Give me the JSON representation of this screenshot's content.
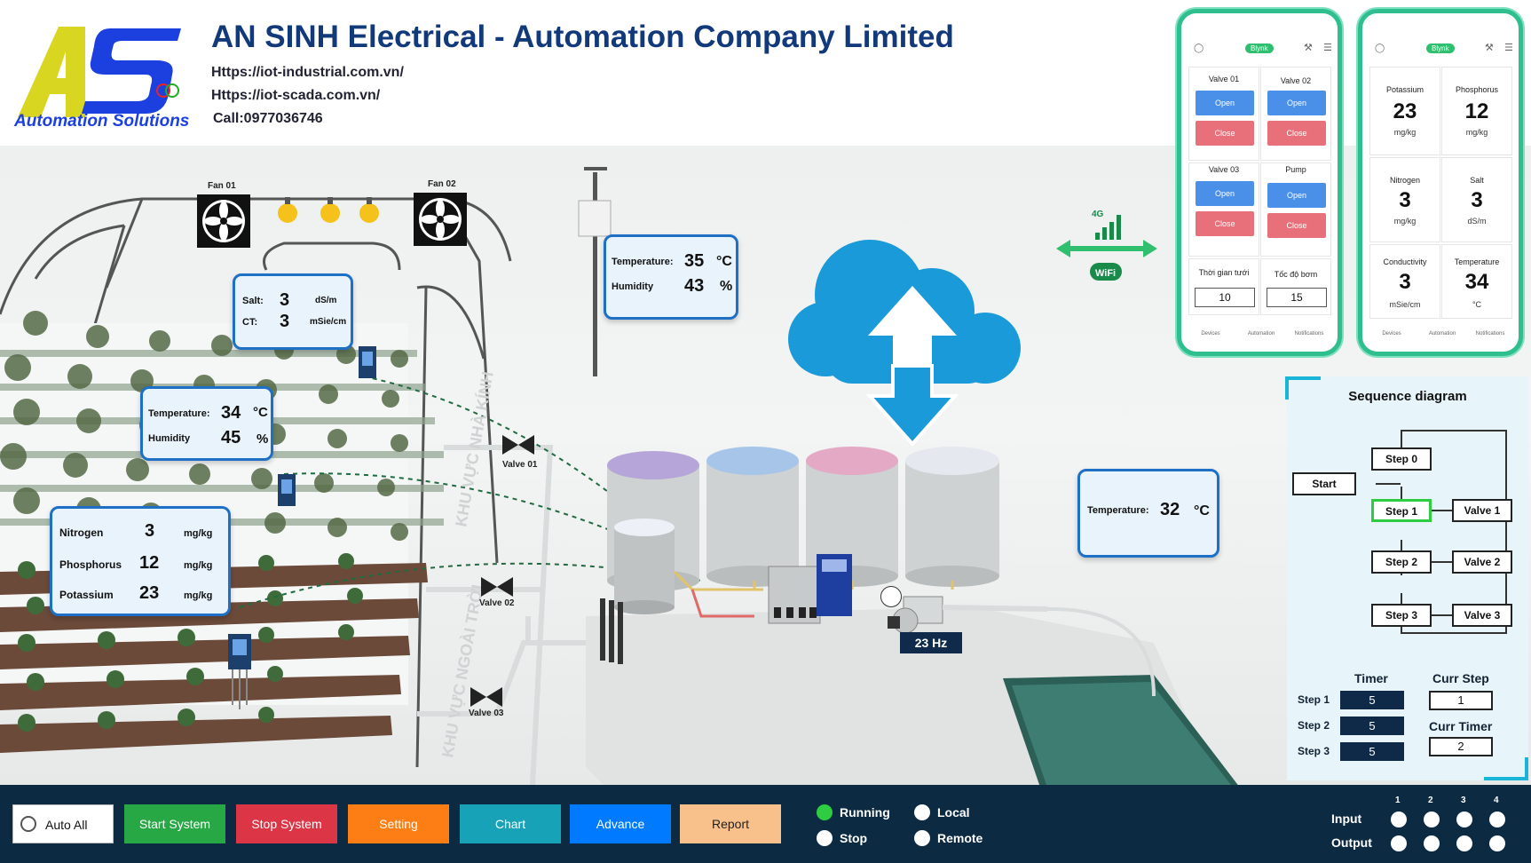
{
  "header": {
    "company": "AN SINH Electrical - Automation Company Limited",
    "url1": "Https://iot-industrial.com.vn/",
    "url2": "Https://iot-scada.com.vn/",
    "phone": "Call:0977036746",
    "logo_letters": "AS",
    "logo_subtitle": "Automation Solutions"
  },
  "greenhouse": {
    "fan1": "Fan 01",
    "fan2": "Fan 02",
    "salt_bubble": {
      "salt_label": "Salt:",
      "salt_value": "3",
      "salt_unit": "dS/m",
      "ct_label": "CT:",
      "ct_value": "3",
      "ct_unit": "mSie/cm"
    },
    "air_bubble": {
      "temp_label": "Temperature:",
      "temp_value": "34",
      "temp_unit": "°C",
      "hum_label": "Humidity",
      "hum_value": "45",
      "hum_unit": "%"
    },
    "npk_bubble": {
      "n_label": "Nitrogen",
      "n_value": "3",
      "n_unit": "mg/kg",
      "p_label": "Phosphorus",
      "p_value": "12",
      "p_unit": "mg/kg",
      "k_label": "Potassium",
      "k_value": "23",
      "k_unit": "mg/kg"
    },
    "valve1": "Valve 01",
    "valve2": "Valve 02",
    "valve3": "Valve 03"
  },
  "outdoor_bubble": {
    "temp_label": "Temperature:",
    "temp_value": "35",
    "temp_unit": "°C",
    "hum_label": "Humidity",
    "hum_value": "43",
    "hum_unit": "%"
  },
  "pool_bubble": {
    "temp_label": "Temperature:",
    "temp_value": "32",
    "temp_unit": "°C"
  },
  "pump_freq": "23 Hz",
  "signal": {
    "net": "4G",
    "wifi": "WiFi"
  },
  "phone1": {
    "brand": "Blynk",
    "valve1": {
      "title": "Valve 01",
      "open": "Open",
      "close": "Close"
    },
    "valve2": {
      "title": "Valve 02",
      "open": "Open",
      "close": "Close"
    },
    "valve3": {
      "title": "Valve 03",
      "open": "Open",
      "close": "Close"
    },
    "pump": {
      "title": "Pump",
      "open": "Open",
      "close": "Close"
    },
    "water_time_label": "Thời gian tưới",
    "water_time_value": "10",
    "pump_speed_label": "Tốc độ bơm",
    "pump_speed_value": "15",
    "nav": [
      "Devices",
      "Automation",
      "Notifications"
    ]
  },
  "phone2": {
    "brand": "Blynk",
    "cells": [
      {
        "title": "Potassium",
        "value": "23",
        "unit": "mg/kg"
      },
      {
        "title": "Phosphorus",
        "value": "12",
        "unit": "mg/kg"
      },
      {
        "title": "Nitrogen",
        "value": "3",
        "unit": "mg/kg"
      },
      {
        "title": "Salt",
        "value": "3",
        "unit": "dS/m"
      },
      {
        "title": "Conductivity",
        "value": "3",
        "unit": "mSie/cm"
      },
      {
        "title": "Temperature",
        "value": "34",
        "unit": "°C"
      }
    ],
    "nav": [
      "Devices",
      "Automation",
      "Notifications"
    ]
  },
  "sequence": {
    "title": "Sequence diagram",
    "start": "Start",
    "step0": "Step 0",
    "step1": "Step 1",
    "step2": "Step 2",
    "step3": "Step 3",
    "valve1": "Valve 1",
    "valve2": "Valve 2",
    "valve3": "Valve 3",
    "timer_header": "Timer",
    "curr_step_header": "Curr Step",
    "curr_timer_header": "Curr Timer",
    "rows": [
      {
        "label": "Step 1",
        "value": "5"
      },
      {
        "label": "Step 2",
        "value": "5"
      },
      {
        "label": "Step 3",
        "value": "5"
      }
    ],
    "curr_step": "1",
    "curr_timer": "2",
    "active_color": "#2ecc40"
  },
  "footer": {
    "auto_all": "Auto All",
    "start": "Start System",
    "stop": "Stop System",
    "setting": "Setting",
    "chart": "Chart",
    "advance": "Advance",
    "report": "Report",
    "running": "Running",
    "stop_status": "Stop",
    "local": "Local",
    "remote": "Remote",
    "input": "Input",
    "output": "Output",
    "io_numbers": [
      "1",
      "2",
      "3",
      "4"
    ],
    "colors": {
      "start": "#28a745",
      "stop": "#dc3545",
      "setting": "#fd7e14",
      "chart": "#17a2b8",
      "advance": "#007bff",
      "report": "#f8c08a",
      "running_led": "#2ecc40"
    }
  },
  "ground_text": {
    "zone1": "KHU VỰC NHÀ KÍNH",
    "zone2": "KHU VỰC NGOÀI TRỜI"
  }
}
